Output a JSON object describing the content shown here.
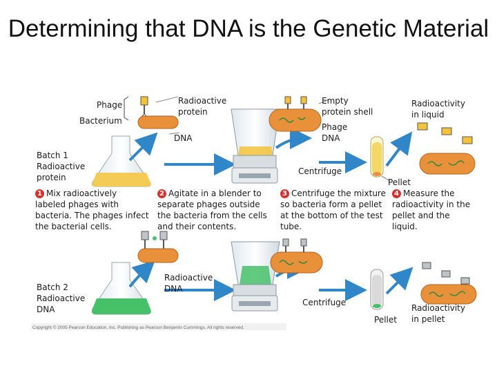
{
  "title": "Determining that DNA is the Genetic Material",
  "labels": {
    "phage": "Phage",
    "bacterium": "Bacterium",
    "radioactive_protein_top": "Radioactive protein",
    "dna_top": "DNA",
    "empty_protein_shell": "Empty protein shell",
    "phage_dna": "Phage DNA",
    "radioactivity_in_liquid": "Radioactivity in liquid",
    "batch1": "Batch 1 Radioactive protein",
    "centrifuge_top": "Centrifuge",
    "pellet_top": "Pellet",
    "batch2": "Batch 2 Radioactive DNA",
    "radioactive_dna_mid": "Radioactive DNA",
    "centrifuge_bottom": "Centrifuge",
    "pellet_bottom": "Pellet",
    "radioactivity_in_pellet": "Radioactivity in pellet"
  },
  "steps": [
    {
      "num": "1",
      "text": "Mix radioactively labeled phages with bacteria. The phages infect the bacterial cells."
    },
    {
      "num": "2",
      "text": "Agitate in a blender to separate phages outside the bacteria from the cells and their contents."
    },
    {
      "num": "3",
      "text": "Centrifuge the mixture so bacteria form a pellet at the bottom of the test tube."
    },
    {
      "num": "4",
      "text": "Measure the radioactivity in the pellet and the liquid."
    }
  ],
  "copyright": "Copyright © 2005 Pearson Education, Inc. Publishing as Pearson Benjamin Cummings. All rights reserved.",
  "colors": {
    "protein_label": "#f2c33a",
    "dna_label": "#3dbb5a",
    "bacterium": "#e8913a",
    "arrow": "#2f86c8",
    "step_number": "#d6312f"
  }
}
